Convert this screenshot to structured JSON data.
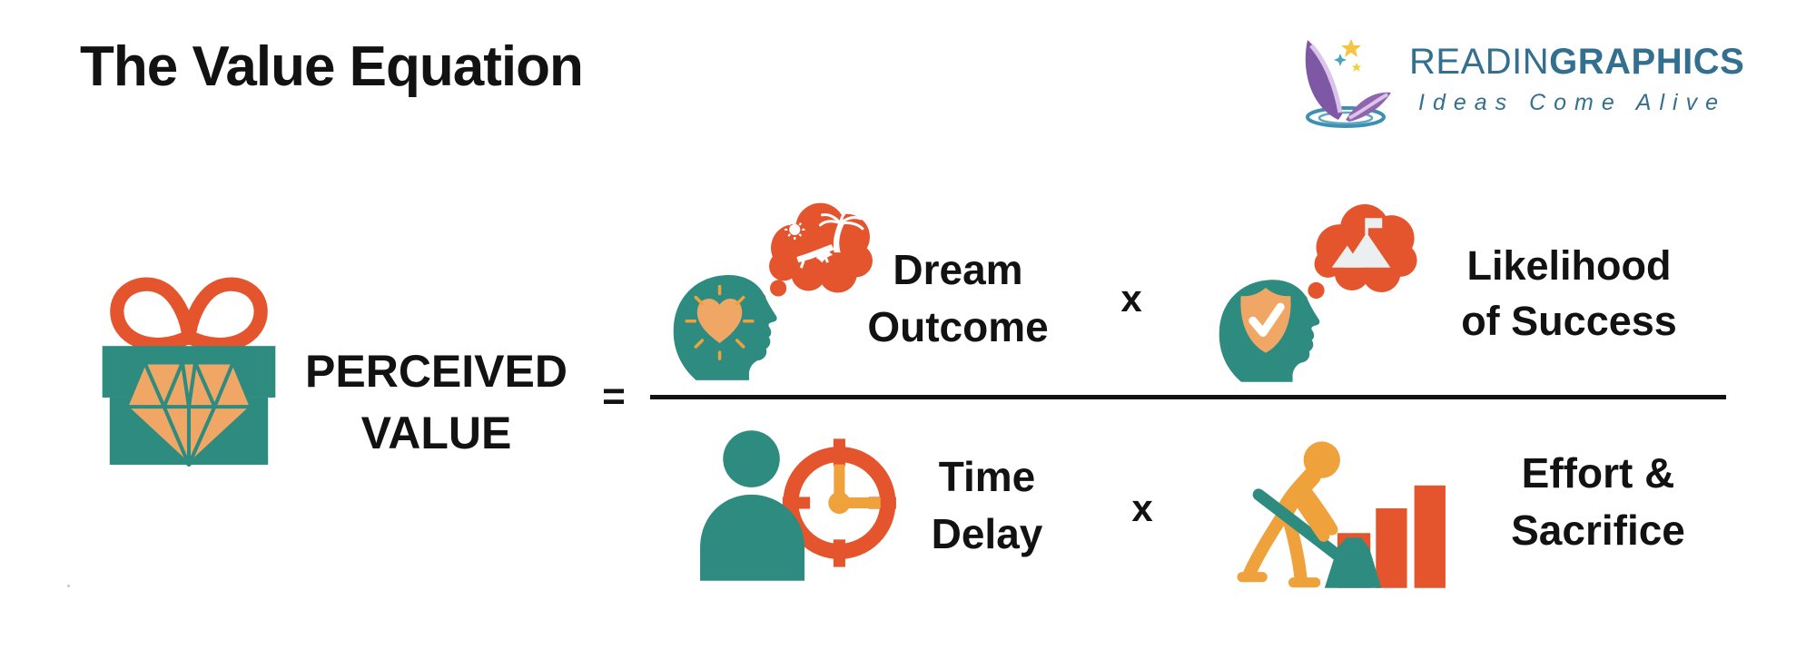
{
  "page": {
    "title": "The Value Equation"
  },
  "brand": {
    "name_regular": "READIN",
    "name_bold": "GRAPHICS",
    "tagline": "Ideas Come Alive"
  },
  "equation": {
    "perceived": {
      "line1": "PERCEIVED",
      "line2": "VALUE"
    },
    "equals_sign": "=",
    "times_sign": "x",
    "terms": {
      "dream": {
        "line1": "Dream",
        "line2": "Outcome"
      },
      "likelihood": {
        "line1": "Likelihood",
        "line2": "of Success"
      },
      "time": {
        "line1": "Time",
        "line2": "Delay"
      },
      "effort": {
        "line1": "Effort &",
        "line2": "Sacrifice"
      }
    }
  },
  "icons": {
    "perceived_value": "gift-box-with-diamond",
    "dream_outcome": "head-with-heart-dreaming-of-beach",
    "likelihood_of_success": "head-with-shield-check-dreaming-of-summit-flag",
    "time_delay": "person-with-clock",
    "effort_sacrifice": "person-digging-with-rising-bar-chart",
    "brand": "flying-book-with-stars-and-ripple"
  },
  "theme": {
    "teal": "#2E8B80",
    "red_orange": "#E4552D",
    "amber": "#EFA23B",
    "sand": "#F0A765",
    "ink": "#121212",
    "logo_blue": "#336F8E",
    "logo_purple": "#7E57A5",
    "logo_purple_light": "#DCC3EA",
    "logo_ripple": "#3E8FB0",
    "star_gold": "#F6C344"
  }
}
